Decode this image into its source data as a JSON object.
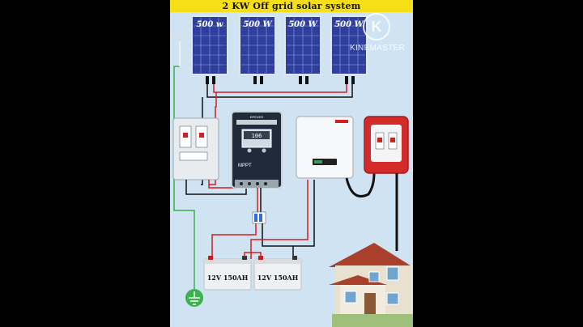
{
  "title": "2 KW Off grid solar system",
  "panels": [
    {
      "label": "500 w"
    },
    {
      "label": "500 W"
    },
    {
      "label": "500 W"
    },
    {
      "label": "500 W"
    }
  ],
  "controller": {
    "brand": "EPEVER",
    "display": "106",
    "model": "MPPT"
  },
  "batteries": [
    {
      "label": "12V 150AH"
    },
    {
      "label": "12V 150AH"
    }
  ],
  "watermark": {
    "logo": "K",
    "text": "KINEMASTER"
  },
  "colors": {
    "background": "#cfe3f3",
    "title_bar": "#f6df17",
    "wire_positive": "#d22020",
    "wire_negative": "#111111",
    "wire_ground": "#39b34a"
  }
}
